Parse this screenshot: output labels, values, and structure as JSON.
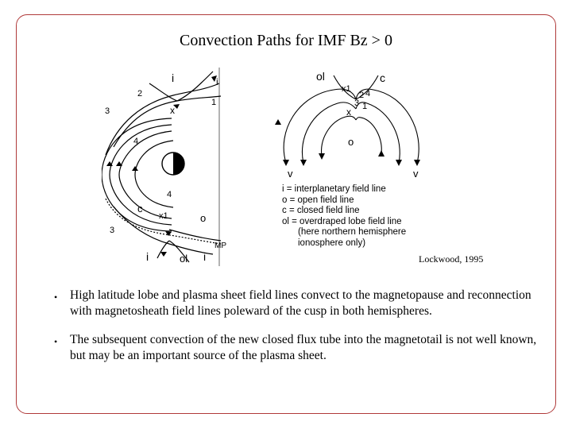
{
  "title": "Convection Paths for IMF Bz > 0",
  "left_diagram": {
    "labels": {
      "i_top_left": "i",
      "i_top_right": "i",
      "n2_top": "2",
      "n1_top": "1",
      "x_top": "x",
      "n3_top": "3",
      "n4_top": "4",
      "c_left": "c",
      "n4_bottom": "4",
      "x1_bottom": "x1",
      "o_bottom": "o",
      "n3_bottom": "3",
      "mp": "MP",
      "i_bottom_left": "i",
      "ol_bottom": "ol",
      "i_bottom_right": "i"
    }
  },
  "right_diagram": {
    "labels": {
      "ol": "ol",
      "c": "c",
      "x1": "x1",
      "n2": "2",
      "n3": "3",
      "n4": "4",
      "n1": "1",
      "x": "x",
      "o": "o",
      "v_left": "v",
      "v_right": "v"
    }
  },
  "legend": [
    "i = interplanetary field line",
    "o = open field line",
    "c = closed field line",
    "ol = overdraped lobe field line",
    "(here northern hemisphere",
    "ionosphere only)"
  ],
  "credit": "Lockwood, 1995",
  "bullets": [
    "High latitude lobe and plasma sheet field lines convect to the magnetopause and reconnection with magnetosheath field lines poleward of the cusp in both hemispheres.",
    "The subsequent convection of the new closed flux tube into the magnetotail is not well known, but may be an important source of the plasma sheet."
  ],
  "bullet_symbol": "•"
}
